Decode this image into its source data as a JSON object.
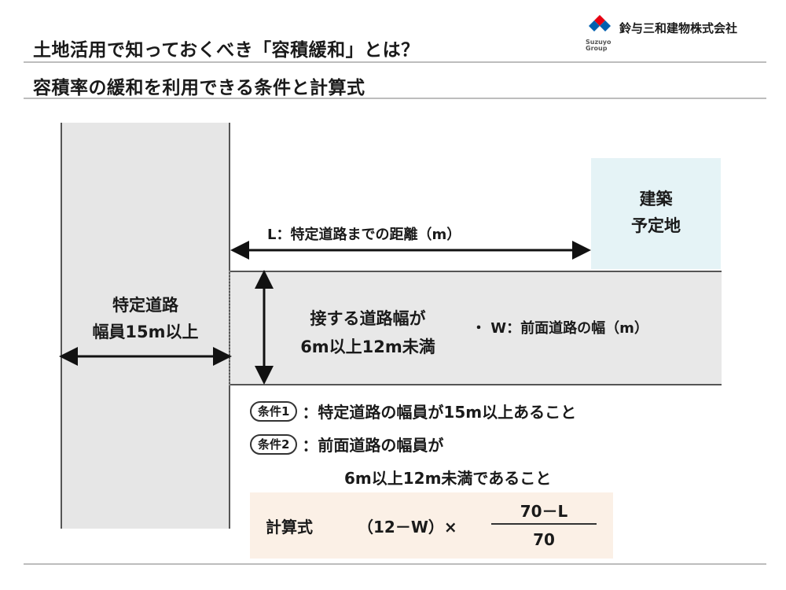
{
  "header": {
    "title": "土地活用で知っておくべき「容積緩和」とは？",
    "subtitle": "容積率の緩和を利用できる条件と計算式",
    "company": "鈴与三和建物株式会社",
    "logo_text": "Suzuyo Group"
  },
  "diagram": {
    "road_label_line1": "特定道路",
    "road_label_line2": "幅員15m以上",
    "site_label_line1": "建築",
    "site_label_line2": "予定地",
    "distance_label": "L：特定道路までの距離（m）",
    "touch_label_line1": "接する道路幅が",
    "touch_label_line2": "6m以上12m未満",
    "width_label": "・ W：前面道路の幅（m）"
  },
  "conditions": {
    "cond1_badge": "条件1",
    "cond1_text": "：特定道路の幅員が15m以上あること",
    "cond2_badge": "条件2",
    "cond2_text_line1": "：前面道路の幅員が",
    "cond2_text_line2": "6m以上12m未満であること"
  },
  "formula": {
    "name": "計算式",
    "main": "（12－W）×",
    "numerator": "70－L",
    "denominator": "70"
  },
  "colors": {
    "road": "#e6e6e6",
    "site": "#e5f3f6",
    "formula_bg": "#fbf0e6",
    "logo_red": "#e60012",
    "logo_blue": "#0060b0"
  }
}
